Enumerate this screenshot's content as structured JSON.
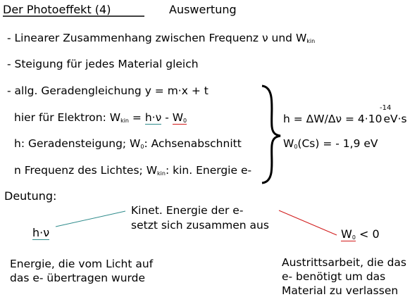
{
  "header": {
    "title": "Der Photoeffekt (4)",
    "section": "Auswertung"
  },
  "bullets": {
    "b1": {
      "text": "- Linearer Zusammenhang zwischen Frequenz ν und W",
      "sub": "kin"
    },
    "b2": "- Steigung für jedes Material gleich",
    "b3": "- allg. Geradengleichung y = m·x + t"
  },
  "electron": {
    "prefix": "hier für Elektron: W",
    "sub": "kin",
    "eq": " = ",
    "hnu": "h·ν",
    "minus": " - ",
    "w": "W",
    "wsub": "0"
  },
  "slope_line": {
    "a": "h: Geradensteigung; W",
    "sub": "0",
    "b": ": Achsenabschnitt"
  },
  "freq_line": {
    "a": "n Frequenz des Lichtes; W",
    "sub": "kin",
    "b": ": kin. Energie e-"
  },
  "results": {
    "h_main": "h = ΔW/Δν = 4·10",
    "h_exp": "-14",
    "h_unit": "eV·s",
    "w0_a": "W",
    "w0_sub": "0",
    "w0_b": "(Cs) = - 1,9 eV"
  },
  "deutung": {
    "heading": "Deutung:",
    "center_line1": "Kinet. Energie der e-",
    "center_line2": "setzt sich zusammen aus",
    "left_symbol": "h·ν",
    "left_line1": "Energie, die vom Licht auf",
    "left_line2": "das e- übertragen wurde",
    "right_w": "W",
    "right_sub": "0",
    "right_rest": " < 0",
    "right_line1": "Austrittsarbeit, die das",
    "right_line2": "e- benötigt um das",
    "right_line3": "Material zu verlassen"
  },
  "colors": {
    "accent_blue": "#2e8b8b",
    "accent_red": "#d11a1a"
  }
}
